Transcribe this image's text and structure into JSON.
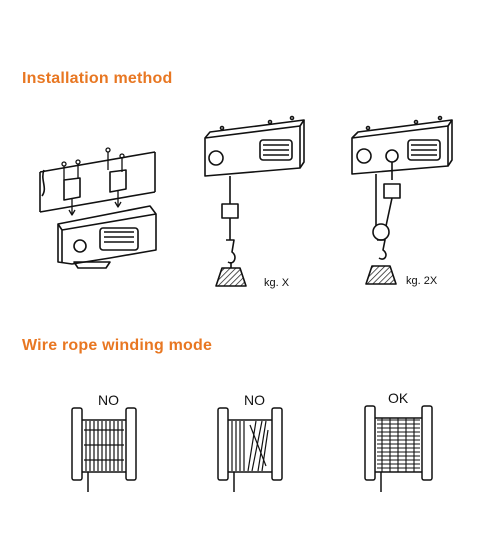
{
  "sections": {
    "installation": {
      "title": "Installation method"
    },
    "winding": {
      "title": "Wire rope winding mode"
    }
  },
  "colors": {
    "title": "#e87722",
    "ink": "#111111"
  },
  "hoists": {
    "single_load_label": "kg. X",
    "double_load_label": "kg. 2X"
  },
  "reels": [
    {
      "label": "NO",
      "icon": "wire-rope-reel-loose-icon"
    },
    {
      "label": "NO",
      "icon": "wire-rope-reel-crossed-icon"
    },
    {
      "label": "OK",
      "icon": "wire-rope-reel-even-icon"
    }
  ]
}
